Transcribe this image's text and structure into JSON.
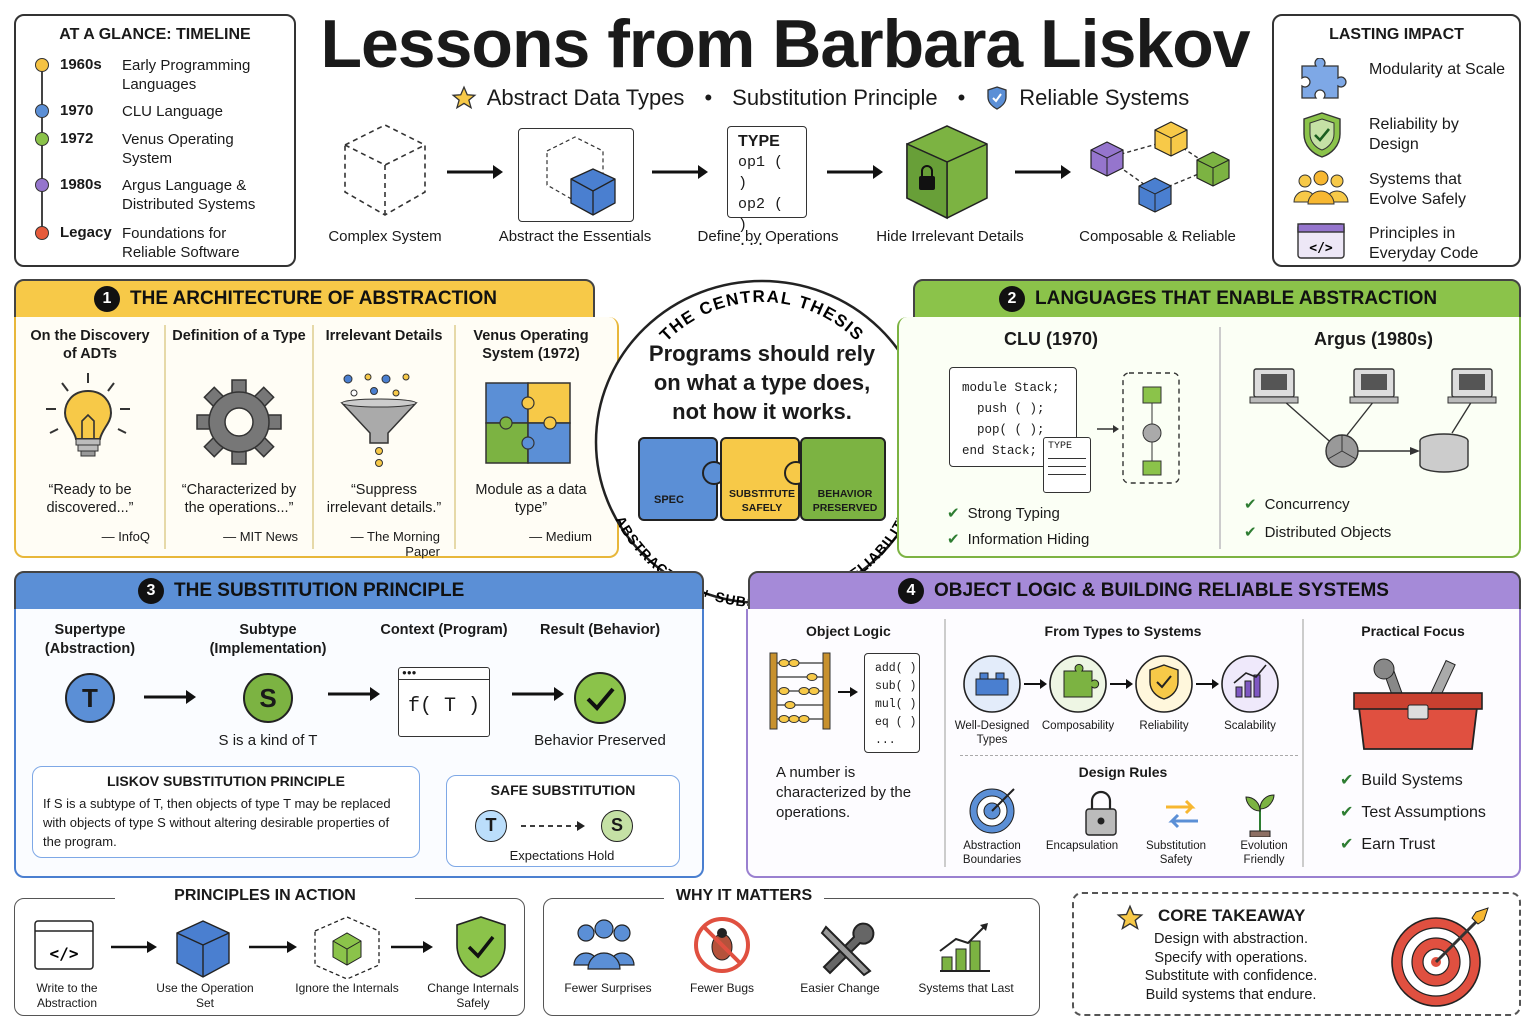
{
  "title": "Lessons from Barbara Liskov",
  "subtitle": {
    "item1": "Abstract Data Types",
    "item2": "Substitution Principle",
    "item3": "Reliable Systems",
    "sep": "•"
  },
  "flow": {
    "step1": "Complex System",
    "step2": "Abstract the Essentials",
    "step3": "Define by Operations",
    "step4": "Hide Irrelevant Details",
    "step5": "Composable & Reliable",
    "type_card": {
      "title": "TYPE",
      "op1": "op1 ( )",
      "op2": "op2 ( )",
      "more": "..."
    }
  },
  "timeline": {
    "heading": "AT A GLANCE: TIMELINE",
    "items": [
      {
        "year": "1960s",
        "label": "Early Programming Languages",
        "color": "#f5c242"
      },
      {
        "year": "1970",
        "label": "CLU Language",
        "color": "#5b8fd6"
      },
      {
        "year": "1972",
        "label": "Venus Operating System",
        "color": "#8bc34a"
      },
      {
        "year": "1980s",
        "label": "Argus Language & Distributed Systems",
        "color": "#9575cd"
      },
      {
        "year": "Legacy",
        "label": "Foundations for Reliable Software",
        "color": "#e65a3a"
      }
    ]
  },
  "impact": {
    "heading": "LASTING IMPACT",
    "items": [
      {
        "label": "Modularity at Scale",
        "icon": "puzzle-icon"
      },
      {
        "label": "Reliability by Design",
        "icon": "shield-check-icon"
      },
      {
        "label": "Systems that Evolve Safely",
        "icon": "people-icon"
      },
      {
        "label": "Principles in Everyday Code",
        "icon": "code-window-icon"
      }
    ]
  },
  "sec1": {
    "number": "1",
    "heading": "THE ARCHITECTURE OF ABSTRACTION",
    "cols": [
      {
        "title": "On the Discovery of ADTs",
        "quote": "“Ready to be discovered...”",
        "source": "— InfoQ"
      },
      {
        "title": "Definition of a Type",
        "quote": "“Characterized by the operations...”",
        "source": "— MIT News"
      },
      {
        "title": "Irrelevant Details",
        "quote": "“Suppress irrelevant details.”",
        "source": "— The Morning Paper"
      },
      {
        "title": "Venus Operating System (1972)",
        "quote": "Module as a data type”",
        "source": "— Medium"
      }
    ]
  },
  "thesis": {
    "arc_top": "THE CENTRAL THESIS",
    "text": "Programs should rely on what a type does, not how it works.",
    "piece1": "SPEC",
    "piece2": "SUBSTITUTE SAFELY",
    "piece3": "BEHAVIOR PRESERVED",
    "arc_bottom": "ABSTRACTION + SUBSTITUTION = RELIABILITY"
  },
  "sec2": {
    "number": "2",
    "heading": "LANGUAGES THAT ENABLE ABSTRACTION",
    "clu": {
      "title": "CLU (1970)",
      "code": [
        "module Stack;",
        "  push ( );",
        "  pop( ( );",
        "end Stack;"
      ],
      "type_label": "TYPE",
      "checks": [
        "Strong Typing",
        "Information Hiding"
      ]
    },
    "argus": {
      "title": "Argus (1980s)",
      "checks": [
        "Concurrency",
        "Distributed Objects"
      ]
    }
  },
  "sec3": {
    "number": "3",
    "heading": "THE SUBSTITUTION PRINCIPLE",
    "steps": [
      {
        "title": "Supertype (Abstraction)",
        "glyph": "T"
      },
      {
        "title": "Subtype (Implementation)",
        "glyph": "S",
        "caption": "S is a kind of T"
      },
      {
        "title": "Context (Program)",
        "glyph": "f( T )"
      },
      {
        "title": "Result (Behavior)",
        "caption": "Behavior Preserved"
      }
    ],
    "lsp": {
      "title": "LISKOV SUBSTITUTION PRINCIPLE",
      "text": "If S is a subtype of T, then objects of type T may be replaced with objects of type S without altering desirable properties of the program."
    },
    "safe": {
      "title": "SAFE SUBSTITUTION",
      "t": "T",
      "s": "S",
      "caption": "Expectations Hold"
    }
  },
  "sec4": {
    "number": "4",
    "heading": "OBJECT LOGIC & BUILDING RELIABLE SYSTEMS",
    "object_logic": {
      "title": "Object Logic",
      "ops": [
        "add( )",
        "sub( )",
        "mul( )",
        "eq ( )",
        "..."
      ],
      "caption": "A number is characterized by the operations."
    },
    "types_to_systems": {
      "title": "From Types to Systems",
      "items": [
        "Well-Designed Types",
        "Composability",
        "Reliability",
        "Scalability"
      ]
    },
    "design_rules": {
      "title": "Design Rules",
      "items": [
        "Abstraction Boundaries",
        "Encapsulation",
        "Substitution Safety",
        "Evolution Friendly"
      ]
    },
    "practical": {
      "title": "Practical Focus",
      "checks": [
        "Build Systems",
        "Test Assumptions",
        "Earn Trust"
      ]
    }
  },
  "action": {
    "heading": "PRINCIPLES IN ACTION",
    "items": [
      "Write to the Abstraction",
      "Use the Operation Set",
      "Ignore the Internals",
      "Change Internals Safely"
    ]
  },
  "why": {
    "heading": "WHY IT MATTERS",
    "items": [
      "Fewer Surprises",
      "Fewer Bugs",
      "Easier Change",
      "Systems that Last"
    ]
  },
  "takeaway": {
    "heading": "CORE TAKEAWAY",
    "lines": [
      "Design with abstraction.",
      "Specify with operations.",
      "Substitute with confidence.",
      "Build systems that endure."
    ]
  },
  "colors": {
    "yellow": "#f7c948",
    "green": "#8bc34a",
    "blue": "#5b8fd6",
    "purple": "#9a80d0",
    "red": "#e05040"
  }
}
